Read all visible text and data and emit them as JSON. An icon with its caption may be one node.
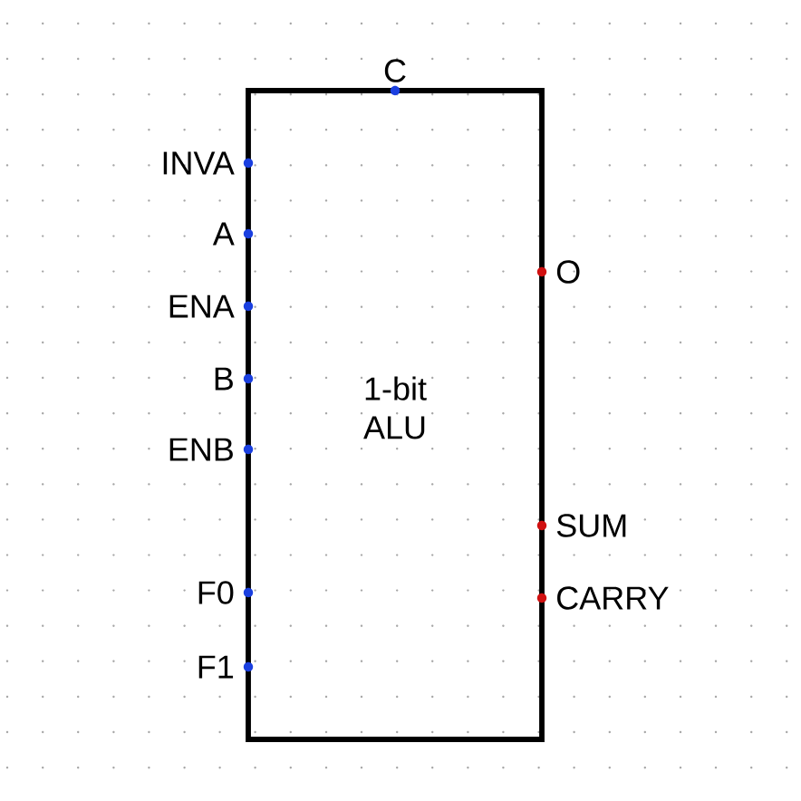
{
  "diagram": {
    "nodes": [
      {
        "text": [
          "1-bit ALU"
        ]
      }
    ],
    "labels": [
      "C",
      "INVA",
      "A",
      "O",
      "ENA",
      "B",
      "ENB",
      "SUM",
      "F0",
      "CARRY",
      "F1"
    ]
  }
}
